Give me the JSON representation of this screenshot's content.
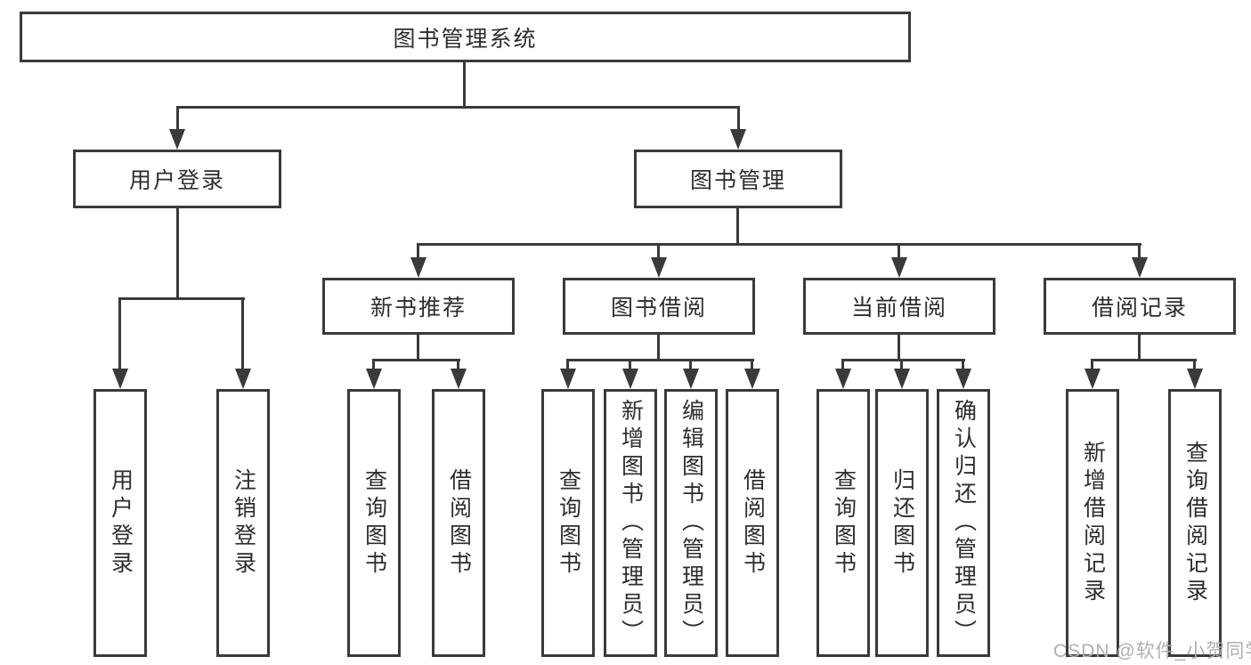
{
  "diagram": {
    "root_label": "图书管理系统",
    "level2": [
      {
        "label": "用户登录"
      },
      {
        "label": "图书管理"
      }
    ],
    "login_children": [
      "用户登录",
      "注销登录"
    ],
    "sections": [
      {
        "label": "新书推荐",
        "children": [
          "查询图书",
          "借阅图书"
        ]
      },
      {
        "label": "图书借阅",
        "children": [
          "查询图书",
          "新增图书（管理员）",
          "编辑图书（管理员）",
          "借阅图书"
        ]
      },
      {
        "label": "当前借阅",
        "children": [
          "查询图书",
          "归还图书",
          "确认归还（管理员）"
        ]
      },
      {
        "label": "借阅记录",
        "children": [
          "新增借阅记录",
          "查询借阅记录"
        ]
      }
    ]
  },
  "watermark": "CSDN @软件_小贺同学",
  "colors": {
    "line": "#3a3a3a",
    "text": "#2d2d2d",
    "background": "#ffffff",
    "watermark": "#b0b0b0"
  }
}
